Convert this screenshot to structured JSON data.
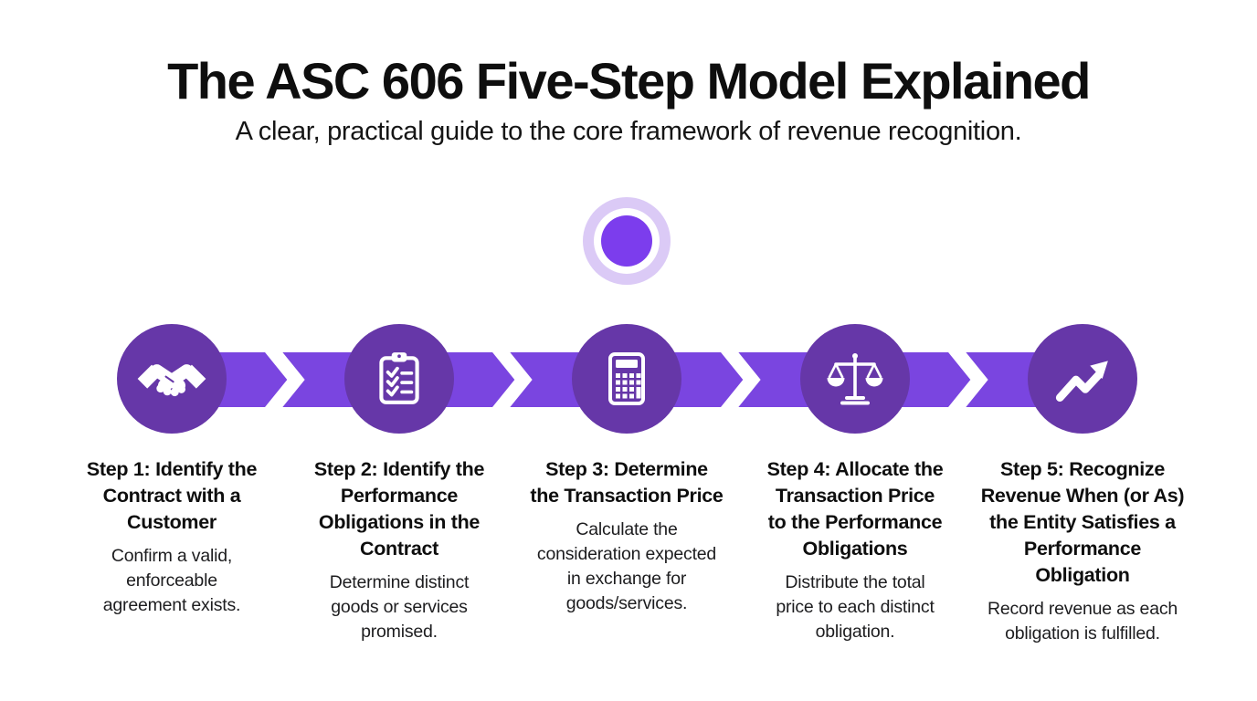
{
  "header": {
    "title": "The ASC 606 Five-Step Model Explained",
    "subtitle": "A clear, practical guide to the core framework of revenue recognition."
  },
  "colors": {
    "circle": "#6637a8",
    "arrow": "#7a45e0",
    "pulse_core": "#7c3ded",
    "pulse_ring": "#dbcaf6",
    "heading_text": "#0e0e0e",
    "body_text": "#1d1d1f",
    "background": "#ffffff"
  },
  "decoration": {
    "icon": "pulse-dot-icon"
  },
  "steps": [
    {
      "icon": "handshake-icon",
      "heading": "Step 1: Identify the\nContract with a\nCustomer",
      "body": "Confirm a valid,\nenforceable\nagreement exists."
    },
    {
      "icon": "checklist-clipboard-icon",
      "heading": "Step 2: Identify the\nPerformance\nObligations in the\nContract",
      "body": "Determine distinct\ngoods or services\npromised."
    },
    {
      "icon": "calculator-icon",
      "heading": "Step 3: Determine\nthe Transaction Price",
      "body": "Calculate the\nconsideration expected\nin exchange for\ngoods/services."
    },
    {
      "icon": "balance-scale-icon",
      "heading": "Step 4: Allocate the\nTransaction Price\nto the Performance\nObligations",
      "body": "Distribute the total\nprice to each distinct\nobligation."
    },
    {
      "icon": "trending-up-arrow-icon",
      "heading": "Step 5: Recognize\nRevenue When (or As)\nthe Entity Satisfies a\nPerformance\nObligation",
      "body": "Record revenue as each\nobligation is fulfilled."
    }
  ]
}
